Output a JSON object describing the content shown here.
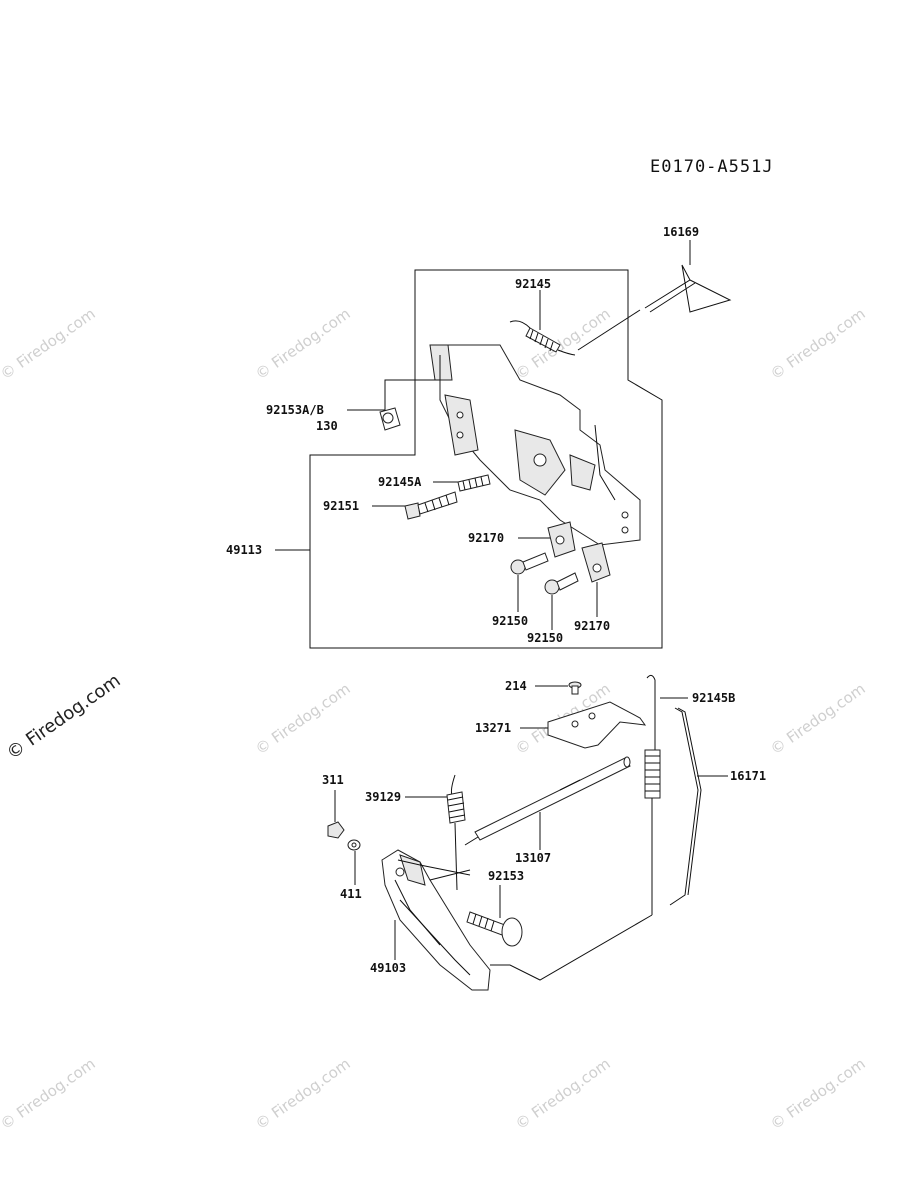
{
  "diagram_code": "E0170-A551J",
  "watermark": "© Firedog.com",
  "labels": {
    "p16169": "16169",
    "p92145": "92145",
    "p92153ab": "92153A/B",
    "p130": "130",
    "p92145a": "92145A",
    "p92151": "92151",
    "p49113": "49113",
    "p92170a": "92170",
    "p92150a": "92150",
    "p92150b": "92150",
    "p92170b": "92170",
    "p214": "214",
    "p92145b": "92145B",
    "p13271": "13271",
    "p16171": "16171",
    "p311": "311",
    "p39129": "39129",
    "p13107": "13107",
    "p92153": "92153",
    "p411": "411",
    "p49103": "49103"
  }
}
